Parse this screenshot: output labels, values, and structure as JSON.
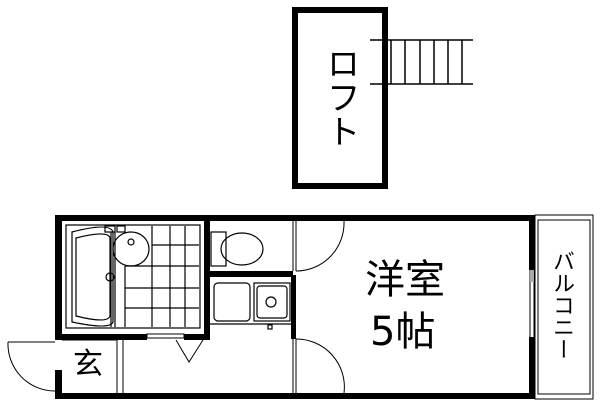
{
  "floor_plan": {
    "rooms": {
      "loft": {
        "label": "ロフト"
      },
      "western_room": {
        "label_line1": "洋室",
        "label_line2": "5帖"
      },
      "balcony": {
        "label": "バルコニー"
      },
      "entrance": {
        "label": "玄"
      }
    },
    "colors": {
      "wall": "#000000",
      "background": "#ffffff"
    }
  }
}
